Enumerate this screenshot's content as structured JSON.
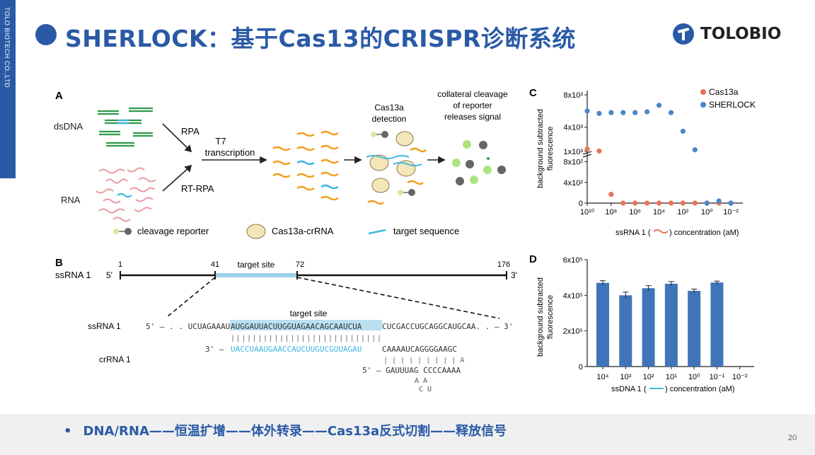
{
  "sidebar": {
    "text": "TOLO BIOTECH CO.,LTD"
  },
  "header": {
    "title": "SHERLOCK：基于Cas13的CRISPR诊断系统",
    "logo_text": "TOLOBIO"
  },
  "colors": {
    "brand": "#2a5aa6",
    "green": "#2f9a4a",
    "orange": "#f0a020",
    "pink": "#e89aa0",
    "cyan": "#3fb6e0",
    "sherlock": "#4a86c8",
    "cas13a": "#e8735a",
    "bar": "#3f75b8"
  },
  "panelA": {
    "label": "A",
    "dsdna": "dsDNA",
    "rna": "RNA",
    "rpa": "RPA",
    "rtrpa": "RT-RPA",
    "t7": "T7",
    "transcription": "transcription",
    "cas13a_detection_1": "Cas13a",
    "cas13a_detection_2": "detection",
    "collateral_1": "collateral cleavage",
    "collateral_2": "of reporter",
    "collateral_3": "releases signal",
    "legend_reporter": "cleavage reporter",
    "legend_crrna": "Cas13a-crRNA",
    "legend_target": "target sequence"
  },
  "panelB": {
    "label": "B",
    "ssrna_label": "ssRNA 1",
    "five_prime": "5'",
    "three_prime": "3'",
    "pos_1": "1",
    "pos_41": "41",
    "pos_72": "72",
    "pos_176": "176",
    "target_site": "target site",
    "target_site_2": "target site",
    "seq_label": "ssRNA 1",
    "seq_5": "5' –  . . UCUAGAAAU",
    "seq_target": "AUGGAUUACUUGGUAGAACAGCAAUCUA",
    "seq_tail": "CUCGACCUGCAGGCAUGCAA. . – 3'",
    "bars": "| | | | | | | | | | | | | | | | | | | | | | | | | | | |",
    "cr_3": "3' –",
    "cr_seq": "UACCUAAUGAACCAUCUUGUCGUUAGAU",
    "cr_tail": "CAAAAUCAGGGGAAGC",
    "crrna_label": "crRNA 1",
    "stem_bars": "| | | | |   | | | |       A",
    "stem_5": "5' –  GAUUUAG  CCCCAAAA",
    "loop_1": "A  A",
    "loop_2": "C U"
  },
  "panelC": {
    "label": "C",
    "ylabel_1": "background subtracted",
    "ylabel_2": "fluorescence",
    "yticks": [
      "8x10³",
      "4x10³",
      "1x10³",
      "8x10²",
      "4x10²",
      "0"
    ],
    "xticks": [
      "10¹⁰",
      "10⁸",
      "10⁶",
      "10⁴",
      "10²",
      "10⁰",
      "10⁻²"
    ],
    "xlabel_pre": "ssRNA 1 (",
    "xlabel_post": ") concentration (aM)"
  },
  "panelD": {
    "label": "D",
    "ylabel_1": "background subtracted",
    "ylabel_2": "fluorescence",
    "yticks": [
      "6x10⁵",
      "4x10⁵",
      "2x10⁵",
      "0"
    ],
    "xlabel_pre": "ssDNA 1 (",
    "xlabel_post": ") concentration (aM)"
  },
  "chart_data": [
    {
      "type": "scatter",
      "title": "",
      "xlabel": "ssRNA 1 (~) concentration (aM)",
      "ylabel": "background subtracted fluorescence",
      "x_scale": "log (reversed)",
      "xlim": [
        10000000000.0,
        0.001
      ],
      "y_scale": "broken (0–1x10³ linear lower, 1x10³–8x10³ upper)",
      "legend_position": "top-right",
      "series": [
        {
          "name": "Cas13a",
          "color": "#e8735a",
          "x": [
            10000000000.0,
            1000000000.0,
            100000000.0,
            10000000.0,
            1000000.0,
            100000.0,
            10000.0,
            1000.0,
            100.0,
            10.0,
            1.0,
            0.1,
            0.01
          ],
          "y": [
            1300,
            1050,
            170,
            0,
            0,
            0,
            0,
            0,
            0,
            0,
            0,
            0,
            0
          ]
        },
        {
          "name": "SHERLOCK",
          "color": "#4a86c8",
          "x": [
            10000000000.0,
            1000000000.0,
            100000000.0,
            10000000.0,
            1000000.0,
            100000.0,
            10000.0,
            1000.0,
            100.0,
            10.0,
            1.0,
            0.1,
            0.01
          ],
          "y": [
            6000,
            5700,
            5800,
            5800,
            5800,
            5900,
            6700,
            5800,
            3500,
            1200,
            0,
            40,
            0
          ]
        }
      ]
    },
    {
      "type": "bar",
      "title": "",
      "xlabel": "ssDNA 1 (—) concentration (aM)",
      "ylabel": "background subtracted fluorescence",
      "categories": [
        "10⁴",
        "10³",
        "10²",
        "10¹",
        "10⁰",
        "10⁻¹",
        "10⁻²"
      ],
      "values": [
        470000,
        400000,
        440000,
        465000,
        425000,
        472000,
        0
      ],
      "errors": [
        12000,
        18000,
        14000,
        12000,
        10000,
        8000,
        0
      ],
      "ylim": [
        0,
        600000
      ]
    }
  ],
  "footer": {
    "bullet": "•",
    "text": "DNA/RNA——恒温扩增——体外转录——Cas13a反式切割——释放信号",
    "page": "20"
  }
}
